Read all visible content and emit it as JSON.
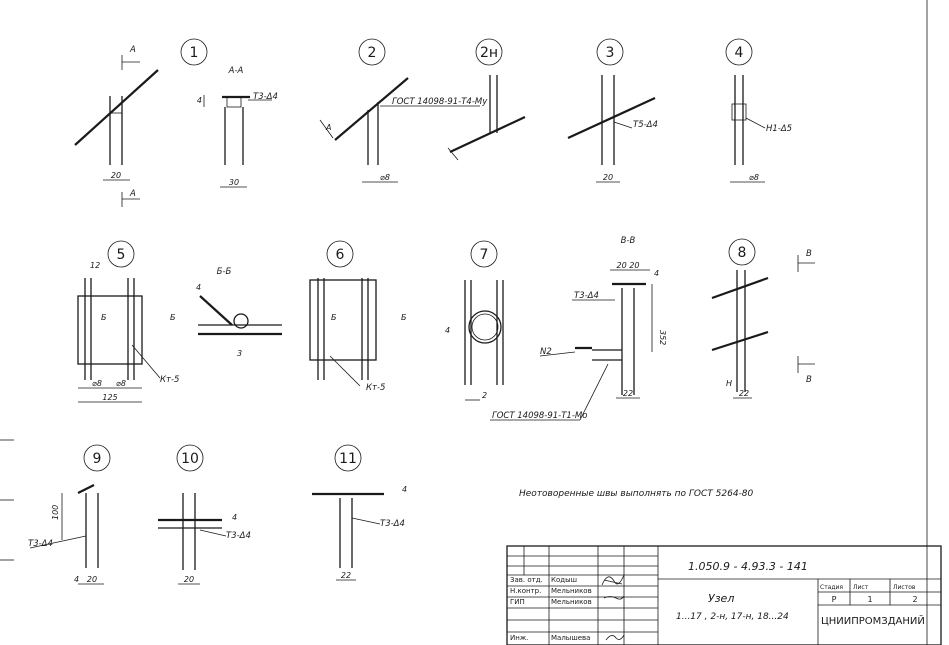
{
  "nodes": [
    {
      "id": "n1",
      "number": "1"
    },
    {
      "id": "n2",
      "number": "2"
    },
    {
      "id": "n2h",
      "number": "2н"
    },
    {
      "id": "n3",
      "number": "3"
    },
    {
      "id": "n4",
      "number": "4"
    },
    {
      "id": "n5",
      "number": "5"
    },
    {
      "id": "n6",
      "number": "6"
    },
    {
      "id": "n7",
      "number": "7"
    },
    {
      "id": "n8",
      "number": "8"
    },
    {
      "id": "n9",
      "number": "9"
    },
    {
      "id": "n10",
      "number": "10"
    },
    {
      "id": "n11",
      "number": "11"
    }
  ],
  "labels": {
    "section_a": "А-А",
    "mark_a": "А",
    "section_b": "Б-Б",
    "mark_b": "Б",
    "section_v": "В-В",
    "mark_v": "В",
    "weld_t3_d4": "Т3-Δ4",
    "weld_t5_d4": "Т5-Δ4",
    "weld_h1_d5": "Н1-Δ5",
    "weld_km5": "Кт-5",
    "gost_t4": "ГОСТ 14098-91-Т4-Мy",
    "gost_t1": "ГОСТ 14098-91-Т1-Мо",
    "n2_mark": "N2",
    "h_mark": "Н"
  },
  "dims": {
    "d20": "20",
    "d30": "30",
    "d_phi8": "⌀8",
    "d12": "12",
    "d3": "3",
    "d4": "4",
    "d2": "2",
    "d22": "22",
    "d125": "125",
    "d352": "352",
    "d100": "100",
    "d20_20": "20 20"
  },
  "note": "Неотоворенные швы выполнять по ГОСТ 5264-80",
  "title_block": {
    "doc_code": "1.050.9 - 4.93.3 - 141",
    "roles": [
      {
        "role": "Зав. отд.",
        "name": "Кодыш"
      },
      {
        "role": "Н.контр.",
        "name": "Мельников"
      },
      {
        "role": "ГИП",
        "name": "Мельников"
      },
      {
        "role": "Инж.",
        "name": "Малышева"
      }
    ],
    "title": "Узел",
    "subtitle": "1...17 , 2-н, 17-н, 18...24",
    "stage_label": "Стадия",
    "sheet_label": "Лист",
    "sheets_label": "Листов",
    "stage": "Р",
    "sheet": "1",
    "sheets": "2",
    "org": "ЦНИИПРОМЗДАНИЙ"
  }
}
